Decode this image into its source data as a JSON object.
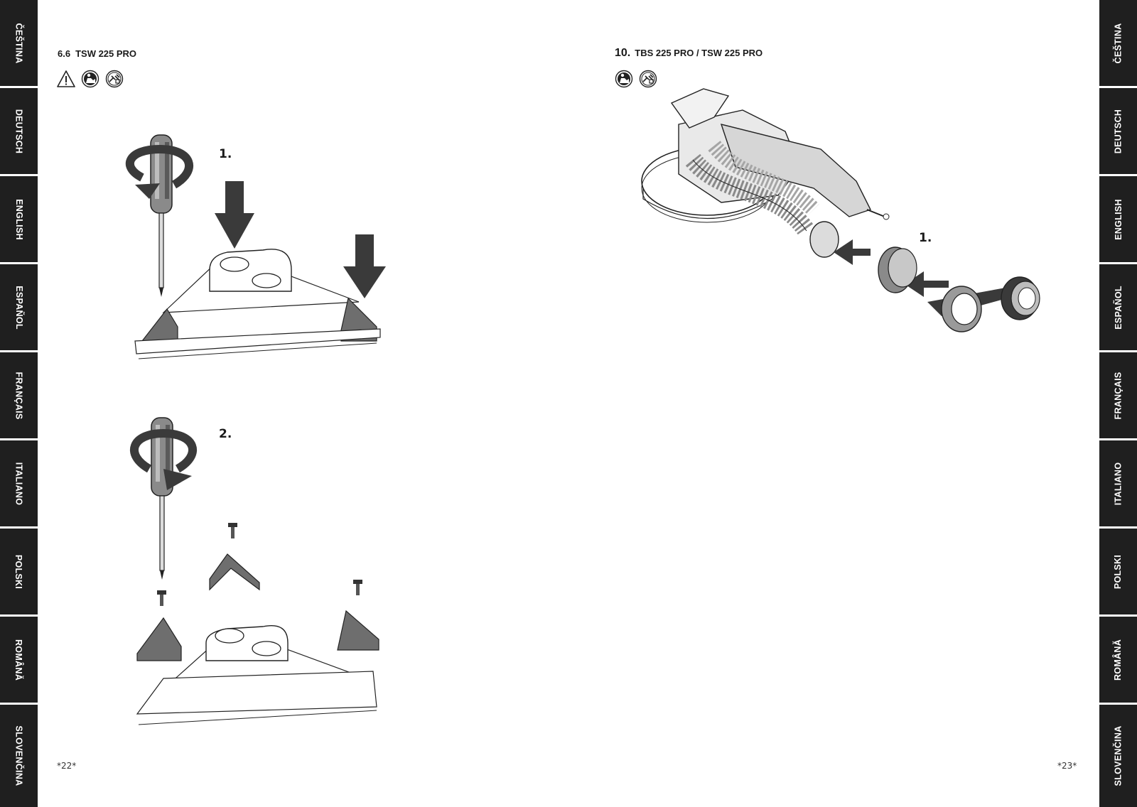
{
  "languages": [
    "ČEŠTINA",
    "DEUTSCH",
    "ENGLISH",
    "ESPAÑOL",
    "FRANÇAIS",
    "ITALIANO",
    "POLSKI",
    "ROMÂNĂ",
    "SLOVENČINA"
  ],
  "left_page": {
    "section_number": "6.6",
    "section_title": "TSW 225 PRO",
    "icons": [
      "warning-triangle-icon",
      "read-manual-icon",
      "unplug-icon"
    ],
    "steps": [
      "1.",
      "2."
    ],
    "page_number": "*22*"
  },
  "right_page": {
    "section_number": "10.",
    "section_title": "TBS 225 PRO / TSW 225 PRO",
    "icons": [
      "read-manual-icon",
      "unplug-icon"
    ],
    "steps": [
      "1."
    ],
    "page_number": "*23*"
  },
  "colors": {
    "tab_background": "#1f1f1f",
    "tab_text": "#ffffff",
    "arrow": "#3a3a3a",
    "part_fill": "#6e6e6e"
  }
}
